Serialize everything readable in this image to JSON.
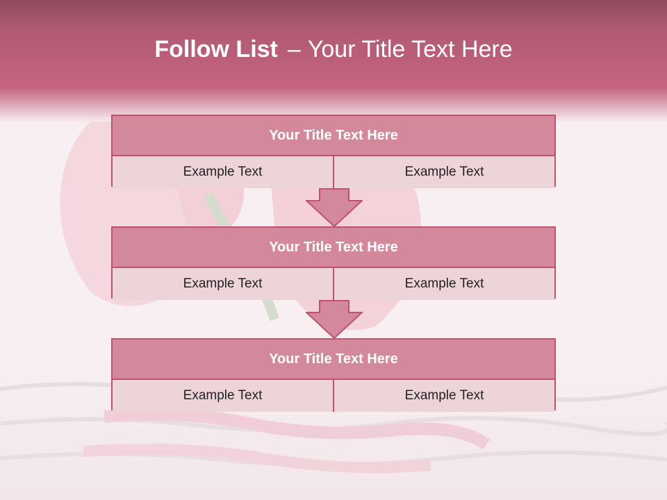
{
  "slide": {
    "title_bold": "Follow List",
    "title_dash": "–",
    "title_rest": "Your Title Text Here"
  },
  "steps": [
    {
      "title": "Your Title Text Here",
      "left": "Example Text",
      "right": "Example Text"
    },
    {
      "title": "Your Title Text Here",
      "left": "Example Text",
      "right": "Example Text"
    },
    {
      "title": "Your Title Text Here",
      "left": "Example Text",
      "right": "Example Text"
    }
  ],
  "colors": {
    "header_band": "#c15f7c",
    "box_header": "#d4889c",
    "box_body": "#ecd4d9",
    "border": "#c0506e"
  }
}
